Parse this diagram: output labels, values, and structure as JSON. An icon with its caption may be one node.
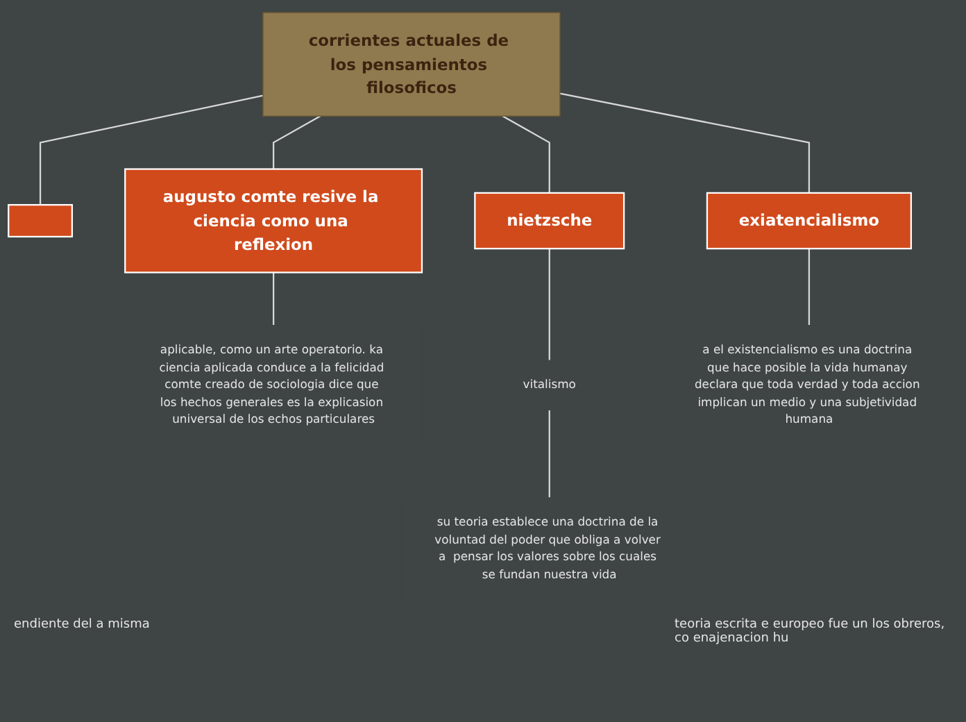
{
  "diagram": {
    "nodes": [
      {
        "text": [
          "corrientes actuales de los pensamientos filosoficos"
        ]
      },
      {
        "text": [],
        "shape": "box"
      },
      {
        "text": [
          "augusto comte resive la ciencia como una reflexion"
        ]
      },
      {
        "text": [
          "aplicable, como un arte operatorio. ka ciencia aplicada conduce a la felicidad comte creado de sociologia dice que los hechos generales es la explicasion universal de los echos particulares"
        ]
      },
      {
        "text": [
          "nietzsche"
        ]
      },
      {
        "text": [
          "vitalismo"
        ]
      },
      {
        "text": [
          "su teoria establece una doctrina de la voluntad del poder que obliga a volver a  pensar los valores sobre los cuales se fundan nuestra vida"
        ]
      },
      {
        "text": [
          "exiatencialismo"
        ]
      },
      {
        "text": [
          "a el existencialismo es una doctrina que hace posible la vida humanay declara que toda verdad y toda accion implican un medio y una subjetividad humana"
        ]
      }
    ],
    "edges": [
      {
        "from": 0,
        "to": 1,
        "arrow": "none"
      },
      {
        "from": 0,
        "to": 2,
        "arrow": "none"
      },
      {
        "from": 2,
        "to": 3,
        "arrow": "none"
      },
      {
        "from": 0,
        "to": 4,
        "arrow": "none"
      },
      {
        "from": 4,
        "to": 5,
        "arrow": "none"
      },
      {
        "from": 5,
        "to": 6,
        "arrow": "none"
      },
      {
        "from": 0,
        "to": 7,
        "arrow": "none"
      },
      {
        "from": 7,
        "to": 8,
        "arrow": "none"
      }
    ],
    "labels": [
      "endiente del a misma",
      "teoria escrita e europeo fue un los obreros, co enajenacion hu"
    ]
  }
}
